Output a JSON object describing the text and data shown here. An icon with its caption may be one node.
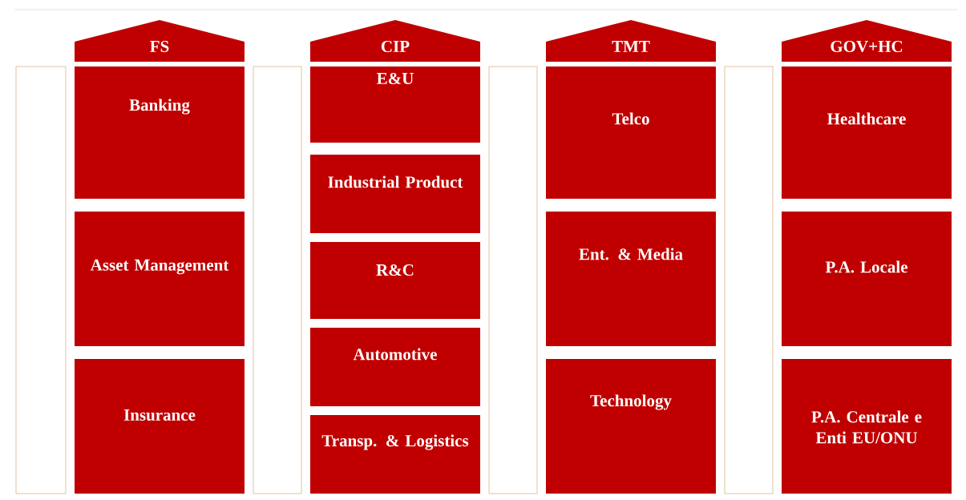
{
  "diagram": {
    "nodes": [
      {
        "text": [],
        "shape": "box"
      },
      {
        "text": [
          "FS"
        ]
      },
      {
        "text": [
          "Banking"
        ]
      },
      {
        "text": [
          "Asset Management"
        ]
      },
      {
        "text": [
          "Insurance"
        ]
      },
      {
        "text": [],
        "shape": "box"
      },
      {
        "text": [
          "CIP"
        ]
      },
      {
        "text": [
          "E&U"
        ]
      },
      {
        "text": [
          "Industrial Product"
        ]
      },
      {
        "text": [
          "R&C"
        ]
      },
      {
        "text": [
          "Automotive"
        ]
      },
      {
        "text": [
          "Transp. & Logistics"
        ]
      },
      {
        "text": [],
        "shape": "box"
      },
      {
        "text": [
          "TMT"
        ]
      },
      {
        "text": [
          "Telco"
        ]
      },
      {
        "text": [
          "Ent. & Media"
        ]
      },
      {
        "text": [
          "Technology"
        ]
      },
      {
        "text": [],
        "shape": "box"
      },
      {
        "text": [
          "GOV+HC"
        ]
      },
      {
        "text": [
          "Healthcare"
        ]
      },
      {
        "text": [
          "P.A. Locale"
        ]
      },
      {
        "text": [
          "P.A. Centrale e Enti EU/ONU"
        ]
      }
    ]
  }
}
